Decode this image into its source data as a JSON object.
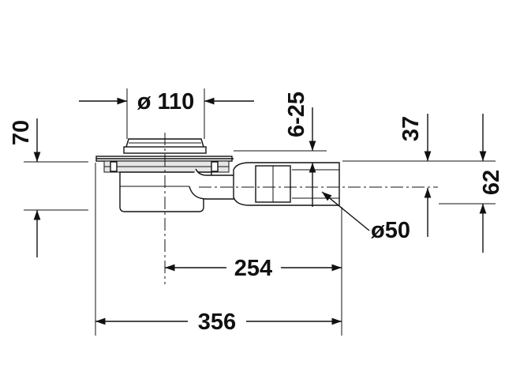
{
  "drawing": {
    "labels": {
      "diameter_top": "ø 110",
      "height_left": "70",
      "adjust_range": "6-25",
      "depth_right": "37",
      "height_right": "62",
      "outlet_diameter": "ø50",
      "center_to_outlet": "254",
      "overall_length": "356"
    }
  },
  "colors": {
    "line": "#111111",
    "background": "#ffffff",
    "shading": "#e6e6e6"
  }
}
